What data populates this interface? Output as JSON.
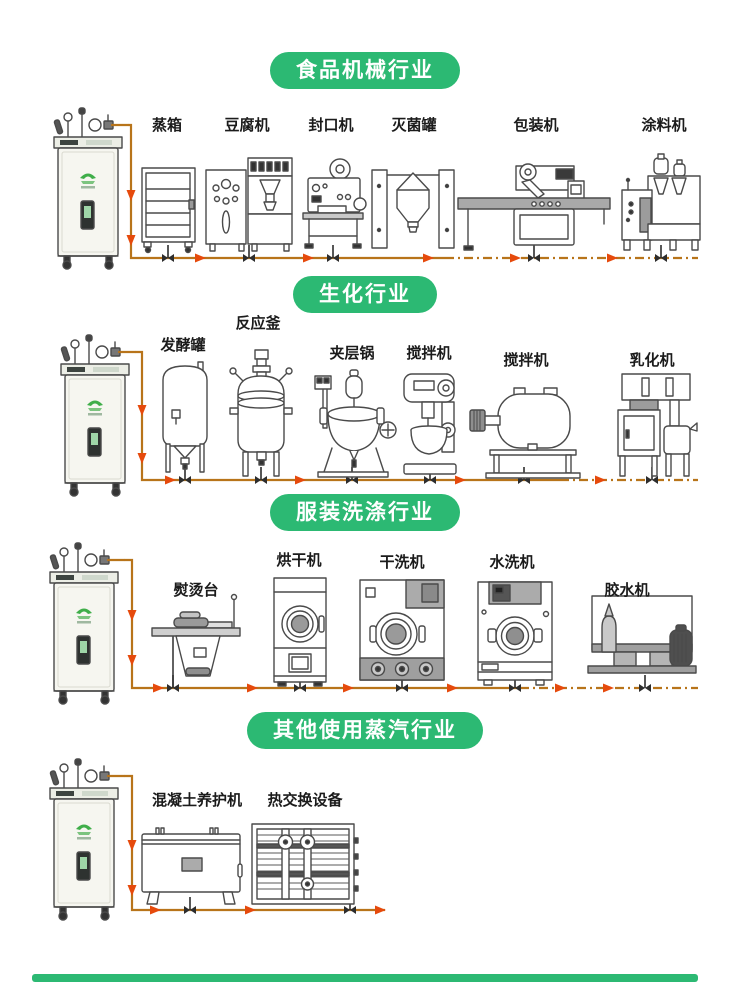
{
  "colors": {
    "header_green": "#2cb973",
    "pipe": "#b8741a",
    "pipe_arrow": "#e64a0c",
    "valve_black": "#2d2d2d"
  },
  "sections": [
    {
      "header": "食品机械行业",
      "machines": [
        {
          "label": "蒸箱"
        },
        {
          "label": "豆腐机"
        },
        {
          "label": "封口机"
        },
        {
          "label": "灭菌罐"
        },
        {
          "label": "包装机"
        },
        {
          "label": "涂料机"
        }
      ]
    },
    {
      "header": "生化行业",
      "machines": [
        {
          "label": "发酵罐"
        },
        {
          "label": "反应釜"
        },
        {
          "label": "夹层锅"
        },
        {
          "label": "搅拌机"
        },
        {
          "label": "搅拌机"
        },
        {
          "label": "乳化机"
        }
      ]
    },
    {
      "header": "服装洗涤行业",
      "machines": [
        {
          "label": "熨烫台"
        },
        {
          "label": "烘干机"
        },
        {
          "label": "干洗机"
        },
        {
          "label": "水洗机"
        },
        {
          "label": "胶水机"
        }
      ]
    },
    {
      "header": "其他使用蒸汽行业",
      "machines": [
        {
          "label": "混凝土养护机"
        },
        {
          "label": "热交换设备"
        }
      ]
    }
  ]
}
